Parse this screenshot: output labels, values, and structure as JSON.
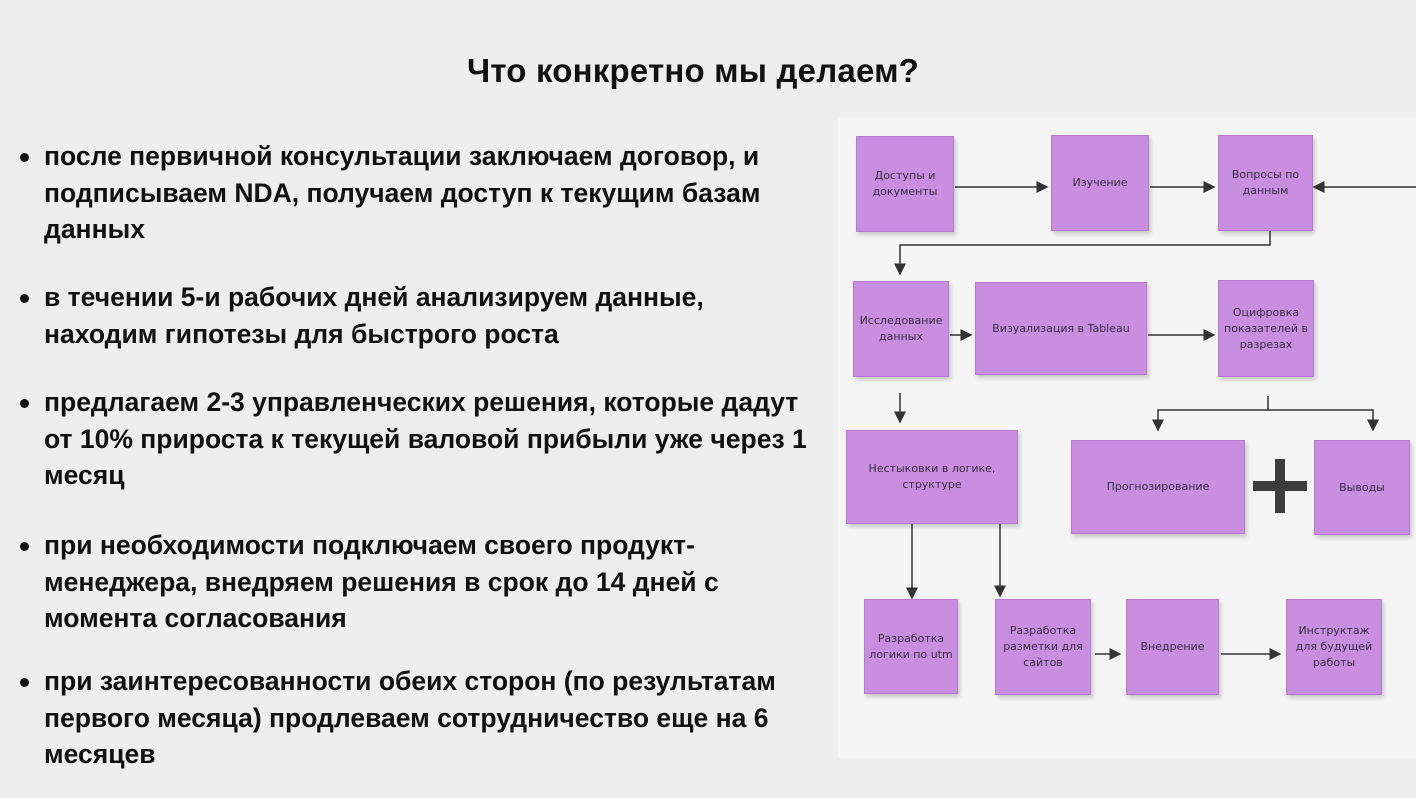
{
  "title": "Что конкретно мы делаем?",
  "bullets": [
    "после первичной консультации заключаем договор, и подписываем NDA, получаем доступ к текущим базам данных",
    "в течении 5-и рабочих дней анализируем данные, находим гипотезы для быстрого роста",
    "предлагаем 2-3 управленческих решения, которые дадут от 10% прироста к текущей валовой прибыли уже через 1 месяц",
    "при необходимости подключаем своего продукт-менеджера, внедряем решения в срок до 14 дней с момента согласования",
    "при заинтересованности обеих сторон (по результатам первого месяца) продлеваем сотрудничество еще на 6 месяцев"
  ],
  "diagram": {
    "nodes": {
      "access": "Доступы и документы",
      "study": "Изучение",
      "questions": "Вопросы по данным",
      "research": "Исследование данных",
      "tableau": "Визуализация в Tableau",
      "digitize": "Оцифровка показателей в разрезах",
      "mismatch": "Нестыковки в логике, структуре",
      "forecast": "Прогнозирование",
      "conclusions": "Выводы",
      "utm": "Разработка логики по utm",
      "markup": "Разработка разметки для сайтов",
      "implementation": "Внедрение",
      "instruction": "Инструктаж для будущей работы"
    },
    "colors": {
      "node": "#c98ee0",
      "arrow": "#333333",
      "background": "#efeeee"
    }
  }
}
